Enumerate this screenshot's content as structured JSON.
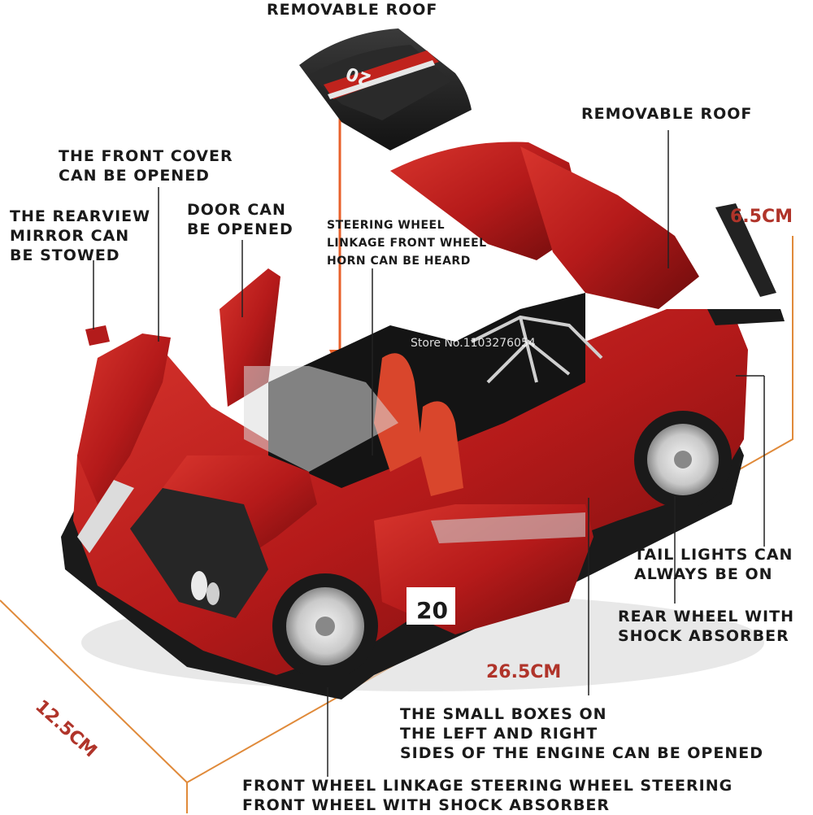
{
  "labels": {
    "roof_top": "REMOVABLE ROOF",
    "roof_right": "REMOVABLE ROOF",
    "front_cover": [
      "THE FRONT COVER",
      "CAN BE OPENED"
    ],
    "mirror": [
      "THE REARVIEW",
      "MIRROR CAN",
      "BE STOWED"
    ],
    "door": [
      "DOOR CAN",
      "BE OPENED"
    ],
    "steering": [
      "STEERING WHEEL",
      "LINKAGE FRONT WHEEL",
      "HORN CAN BE HEARD"
    ],
    "tail_lights": [
      "TAIL LIGHTS CAN",
      "ALWAYS BE ON"
    ],
    "rear_wheel": [
      "REAR WHEEL WITH",
      "SHOCK ABSORBER"
    ],
    "small_boxes": [
      "THE SMALL BOXES ON",
      "THE LEFT AND RIGHT",
      "SIDES OF THE ENGINE CAN BE OPENED"
    ],
    "front_wheel": [
      "FRONT WHEEL LINKAGE STEERING WHEEL STEERING",
      "FRONT WHEEL WITH SHOCK ABSORBER"
    ]
  },
  "dimensions": {
    "height": "6.5CM",
    "length": "26.5CM",
    "width": "12.5CM"
  },
  "watermark": "Store No.1103276054",
  "car": {
    "number": "20",
    "body_color": "#b31b1b",
    "dark_color": "#1b1b1b",
    "seat_color": "#d9462c"
  },
  "colors": {
    "dimension_lines": "#e08a3a",
    "dimension_text": "#b0342a",
    "arrow": "#e8602a"
  }
}
